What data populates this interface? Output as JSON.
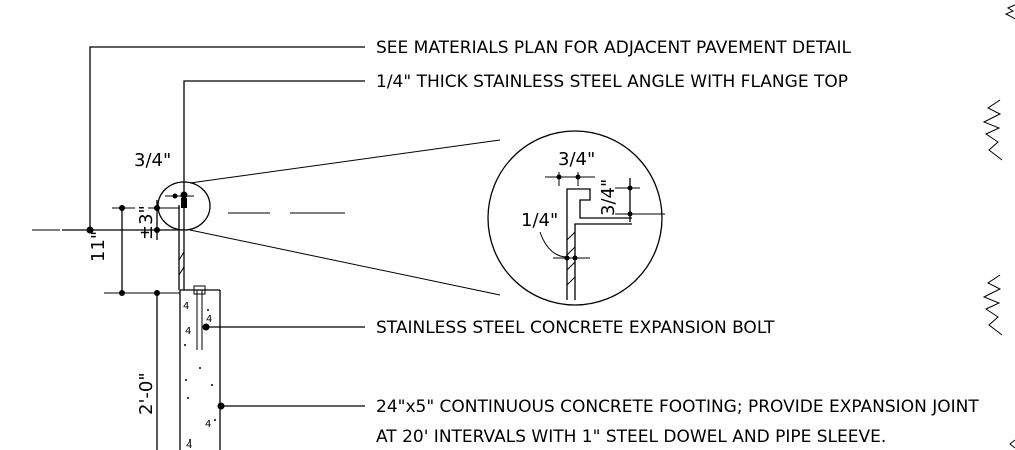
{
  "notes": {
    "pavement": "SEE MATERIALS PLAN FOR ADJACENT PAVEMENT DETAIL",
    "angle": "1/4\" THICK STAINLESS STEEL ANGLE WITH FLANGE TOP",
    "bolt": "STAINLESS STEEL CONCRETE EXPANSION BOLT",
    "footing_line1": "24\"x5\" CONTINUOUS CONCRETE FOOTING; PROVIDE EXPANSION JOINT",
    "footing_line2": "AT 20' INTERVALS WITH 1\" STEEL DOWEL AND PIPE SLEEVE."
  },
  "dimensions": {
    "three_quarter_left": "3/4\"",
    "three_inch": "±3\"",
    "eleven_inch": "11\"",
    "two_foot": "2'-0\"",
    "detail_three_quarter_top": "3/4\"",
    "detail_quarter": "1/4\"",
    "detail_three_quarter_side": "3/4\""
  },
  "hatch_marks": [
    "4",
    "4",
    "4",
    "4",
    "4"
  ]
}
